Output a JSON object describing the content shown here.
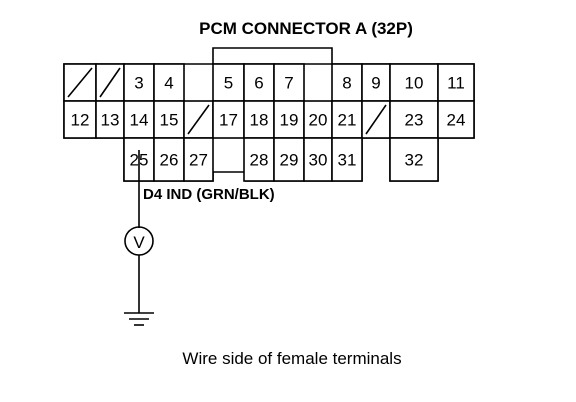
{
  "connector": {
    "title": "PCM CONNECTOR A (32P)",
    "wire_label": "D4 IND (GRN/BLK)",
    "caption": "Wire side of female terminals",
    "probe_pin": "25",
    "meter_symbol": "V",
    "rows": [
      [
        "",
        "",
        "3",
        "4",
        "",
        "5",
        "6",
        "7",
        "",
        "8",
        "9",
        "10",
        "11"
      ],
      [
        "12",
        "13",
        "14",
        "15",
        "",
        "17",
        "18",
        "19",
        "20",
        "21",
        "",
        "23",
        "24"
      ],
      [
        "",
        "",
        "25",
        "26",
        "27",
        "",
        "28",
        "29",
        "30",
        "31",
        "",
        "32",
        ""
      ]
    ],
    "empty_slashed": [
      [
        0,
        0
      ],
      [
        0,
        1
      ],
      [
        1,
        4
      ],
      [
        1,
        10
      ]
    ]
  }
}
